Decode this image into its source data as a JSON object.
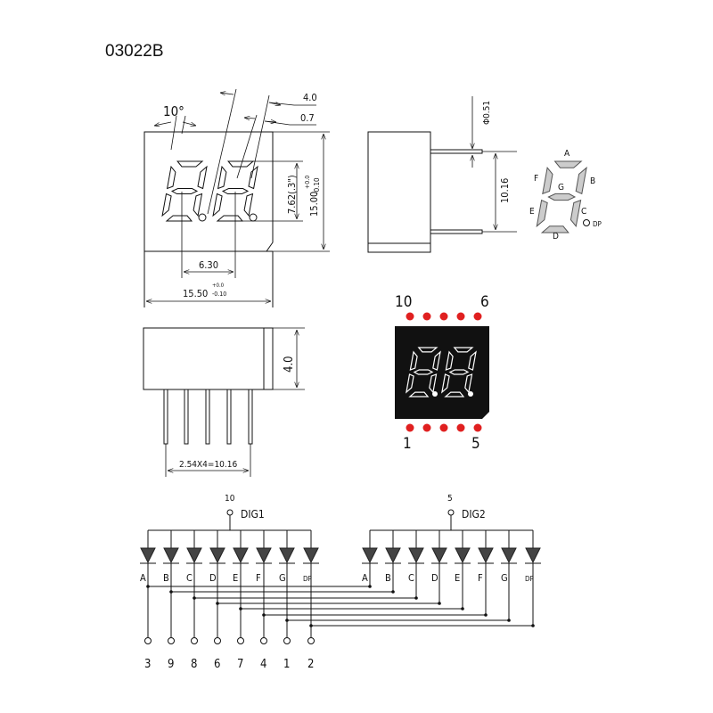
{
  "title": "03022B",
  "front_view": {
    "angle": "10°",
    "dim_segment_width": "4.0",
    "dim_segment_thickness": "0.7",
    "dim_digit_height": "7.62(.3\")",
    "dim_height": "15.00",
    "dim_height_tol_plus": "+0.0",
    "dim_height_tol_minus": "-0.10",
    "dim_digit_pitch": "6.30",
    "dim_width": "15.50",
    "dim_width_tol_plus": "+0.0",
    "dim_width_tol_minus": "-0.10"
  },
  "side_view": {
    "dim_pin_diameter": "Φ0.51",
    "dim_pin_spacing": "10.16"
  },
  "segment_map": {
    "labels": [
      "A",
      "B",
      "C",
      "D",
      "E",
      "F",
      "G",
      "DP"
    ]
  },
  "bottom_view": {
    "dim_depth": "4.0",
    "dim_pin_pitch": "2.54X4=10.16"
  },
  "pinout": {
    "top_left": "10",
    "top_right": "6",
    "bottom_left": "1",
    "bottom_right": "5",
    "pin_color": "#e02020",
    "body_color": "#111111"
  },
  "schematic": {
    "dig1_label": "DIG1",
    "dig1_pin": "10",
    "dig2_label": "DIG2",
    "dig2_pin": "5",
    "segments": [
      "A",
      "B",
      "C",
      "D",
      "E",
      "F",
      "G",
      "DP"
    ],
    "segment_pins": [
      "3",
      "9",
      "8",
      "6",
      "7",
      "4",
      "1",
      "2"
    ]
  }
}
